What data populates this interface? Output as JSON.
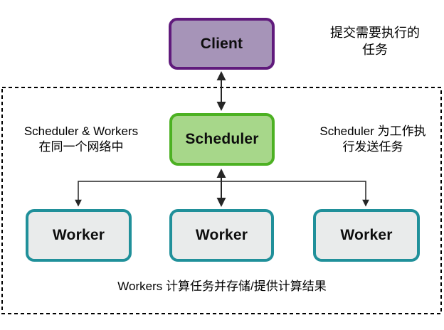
{
  "diagram": {
    "nodes": {
      "client": {
        "label": "Client",
        "fill": "#A694B8",
        "border": "#601A7C"
      },
      "scheduler": {
        "label": "Scheduler",
        "fill": "#A7D78A",
        "border": "#4CB122"
      },
      "workers": [
        {
          "label": "Worker"
        },
        {
          "label": "Worker"
        },
        {
          "label": "Worker"
        }
      ],
      "worker_style": {
        "fill": "#E9EBEB",
        "border": "#20909A"
      }
    },
    "annotations": {
      "submit_tasks": {
        "line1": "提交需要执行的",
        "line2": "任务"
      },
      "same_network": {
        "line1": "Scheduler & Workers",
        "line2": "在同一个网络中"
      },
      "scheduler_sends": {
        "line1": "Scheduler 为工作执",
        "line2": "行发送任务"
      },
      "workers_compute": {
        "text": "Workers 计算任务并存储/提供计算结果"
      }
    },
    "colors": {
      "connector_line": "#262626",
      "dashed_boundary": "#000000",
      "background": "#FFFFFF"
    }
  }
}
